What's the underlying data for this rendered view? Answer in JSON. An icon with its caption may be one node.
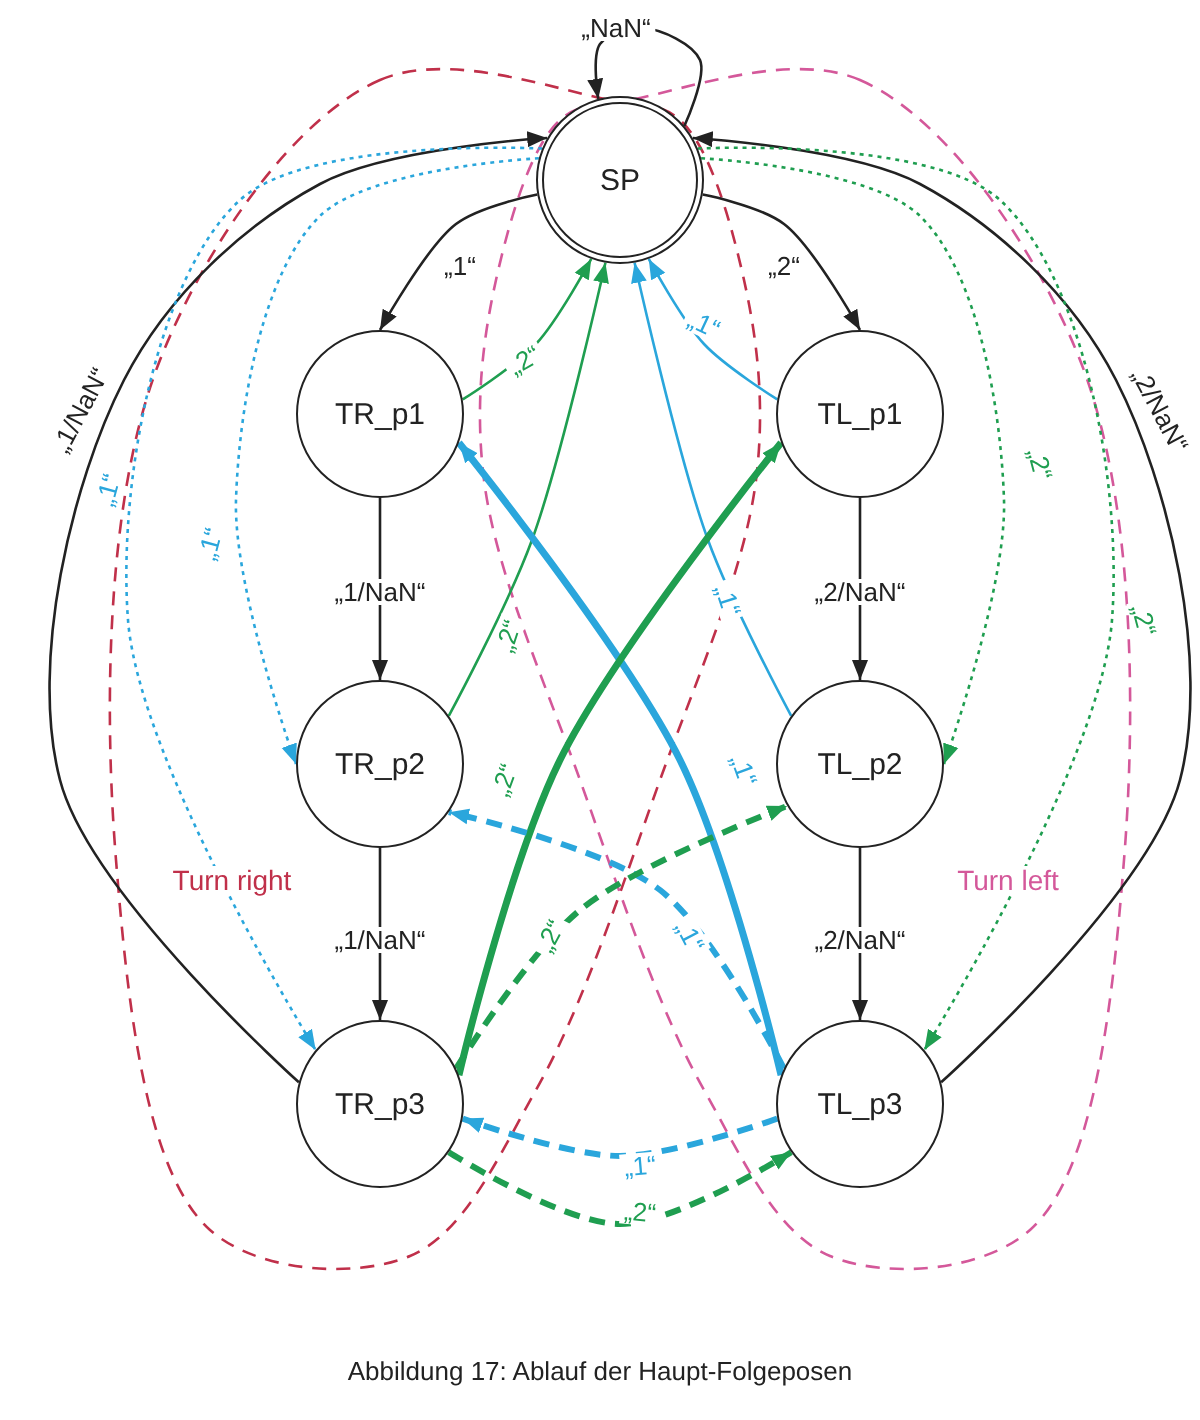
{
  "diagram": {
    "caption": "Abbildung 17: Ablauf der Haupt-Folgeposen",
    "nodes": [
      {
        "text": [
          "SP"
        ]
      },
      {
        "text": [
          "TR_p1"
        ]
      },
      {
        "text": [
          "TL_p1"
        ]
      },
      {
        "text": [
          "TR_p2"
        ]
      },
      {
        "text": [
          "TL_p2"
        ]
      },
      {
        "text": [
          "TR_p3"
        ]
      },
      {
        "text": [
          "TL_p3"
        ]
      }
    ],
    "labels": [
      "Turn right",
      "Turn left"
    ],
    "edges": [
      {
        "from": 0,
        "to": 0,
        "arrow": "to",
        "label": "„NaN“"
      },
      {
        "from": 0,
        "to": 1,
        "arrow": "to",
        "label": "„1“"
      },
      {
        "from": 0,
        "to": 2,
        "arrow": "to",
        "label": "„2“"
      },
      {
        "from": 1,
        "to": 3,
        "arrow": "to",
        "label": "„1/NaN“"
      },
      {
        "from": 3,
        "to": 5,
        "arrow": "to",
        "label": "„1/NaN“"
      },
      {
        "from": 2,
        "to": 4,
        "arrow": "to",
        "label": "„2/NaN“"
      },
      {
        "from": 4,
        "to": 6,
        "arrow": "to",
        "label": "„2/NaN“"
      },
      {
        "from": 5,
        "to": 0,
        "arrow": "to",
        "label": "„1/NaN“"
      },
      {
        "from": 6,
        "to": 0,
        "arrow": "to",
        "label": "„2/NaN“"
      },
      {
        "from": 1,
        "to": 0,
        "arrow": "to",
        "label": "„2“",
        "color": "#1f9e50"
      },
      {
        "from": 3,
        "to": 0,
        "arrow": "to",
        "label": "„2“",
        "color": "#1f9e50"
      },
      {
        "from": 2,
        "to": 0,
        "arrow": "to",
        "label": "„1“",
        "color": "#2aa6dc"
      },
      {
        "from": 4,
        "to": 0,
        "arrow": "to",
        "label": "„1“",
        "color": "#2aa6dc"
      },
      {
        "from": 0,
        "to": 3,
        "arrow": "to",
        "label": "„1“",
        "style": "dashed",
        "color": "#2aa6dc"
      },
      {
        "from": 0,
        "to": 5,
        "arrow": "to",
        "label": "„1“",
        "style": "dashed",
        "color": "#2aa6dc"
      },
      {
        "from": 0,
        "to": 4,
        "arrow": "to",
        "label": "„2“",
        "style": "dashed",
        "color": "#1f9e50"
      },
      {
        "from": 0,
        "to": 6,
        "arrow": "to",
        "label": "„2“",
        "style": "dashed",
        "color": "#1f9e50"
      },
      {
        "from": 6,
        "to": 1,
        "arrow": "to",
        "label": "„1“",
        "style": "thick",
        "color": "#2aa6dc"
      },
      {
        "from": 5,
        "to": 2,
        "arrow": "to",
        "label": "„2“",
        "style": "thick",
        "color": "#1f9e50"
      },
      {
        "from": 6,
        "to": 3,
        "arrow": "to",
        "label": "„1“",
        "style": "dashed",
        "color": "#2aa6dc"
      },
      {
        "from": 6,
        "to": 5,
        "arrow": "to",
        "label": "„1“",
        "style": "dashed",
        "color": "#2aa6dc"
      },
      {
        "from": 5,
        "to": 4,
        "arrow": "to",
        "label": "„2“",
        "style": "dashed",
        "color": "#1f9e50"
      },
      {
        "from": 5,
        "to": 6,
        "arrow": "to",
        "label": "„2“",
        "style": "dashed",
        "color": "#1f9e50"
      }
    ]
  }
}
